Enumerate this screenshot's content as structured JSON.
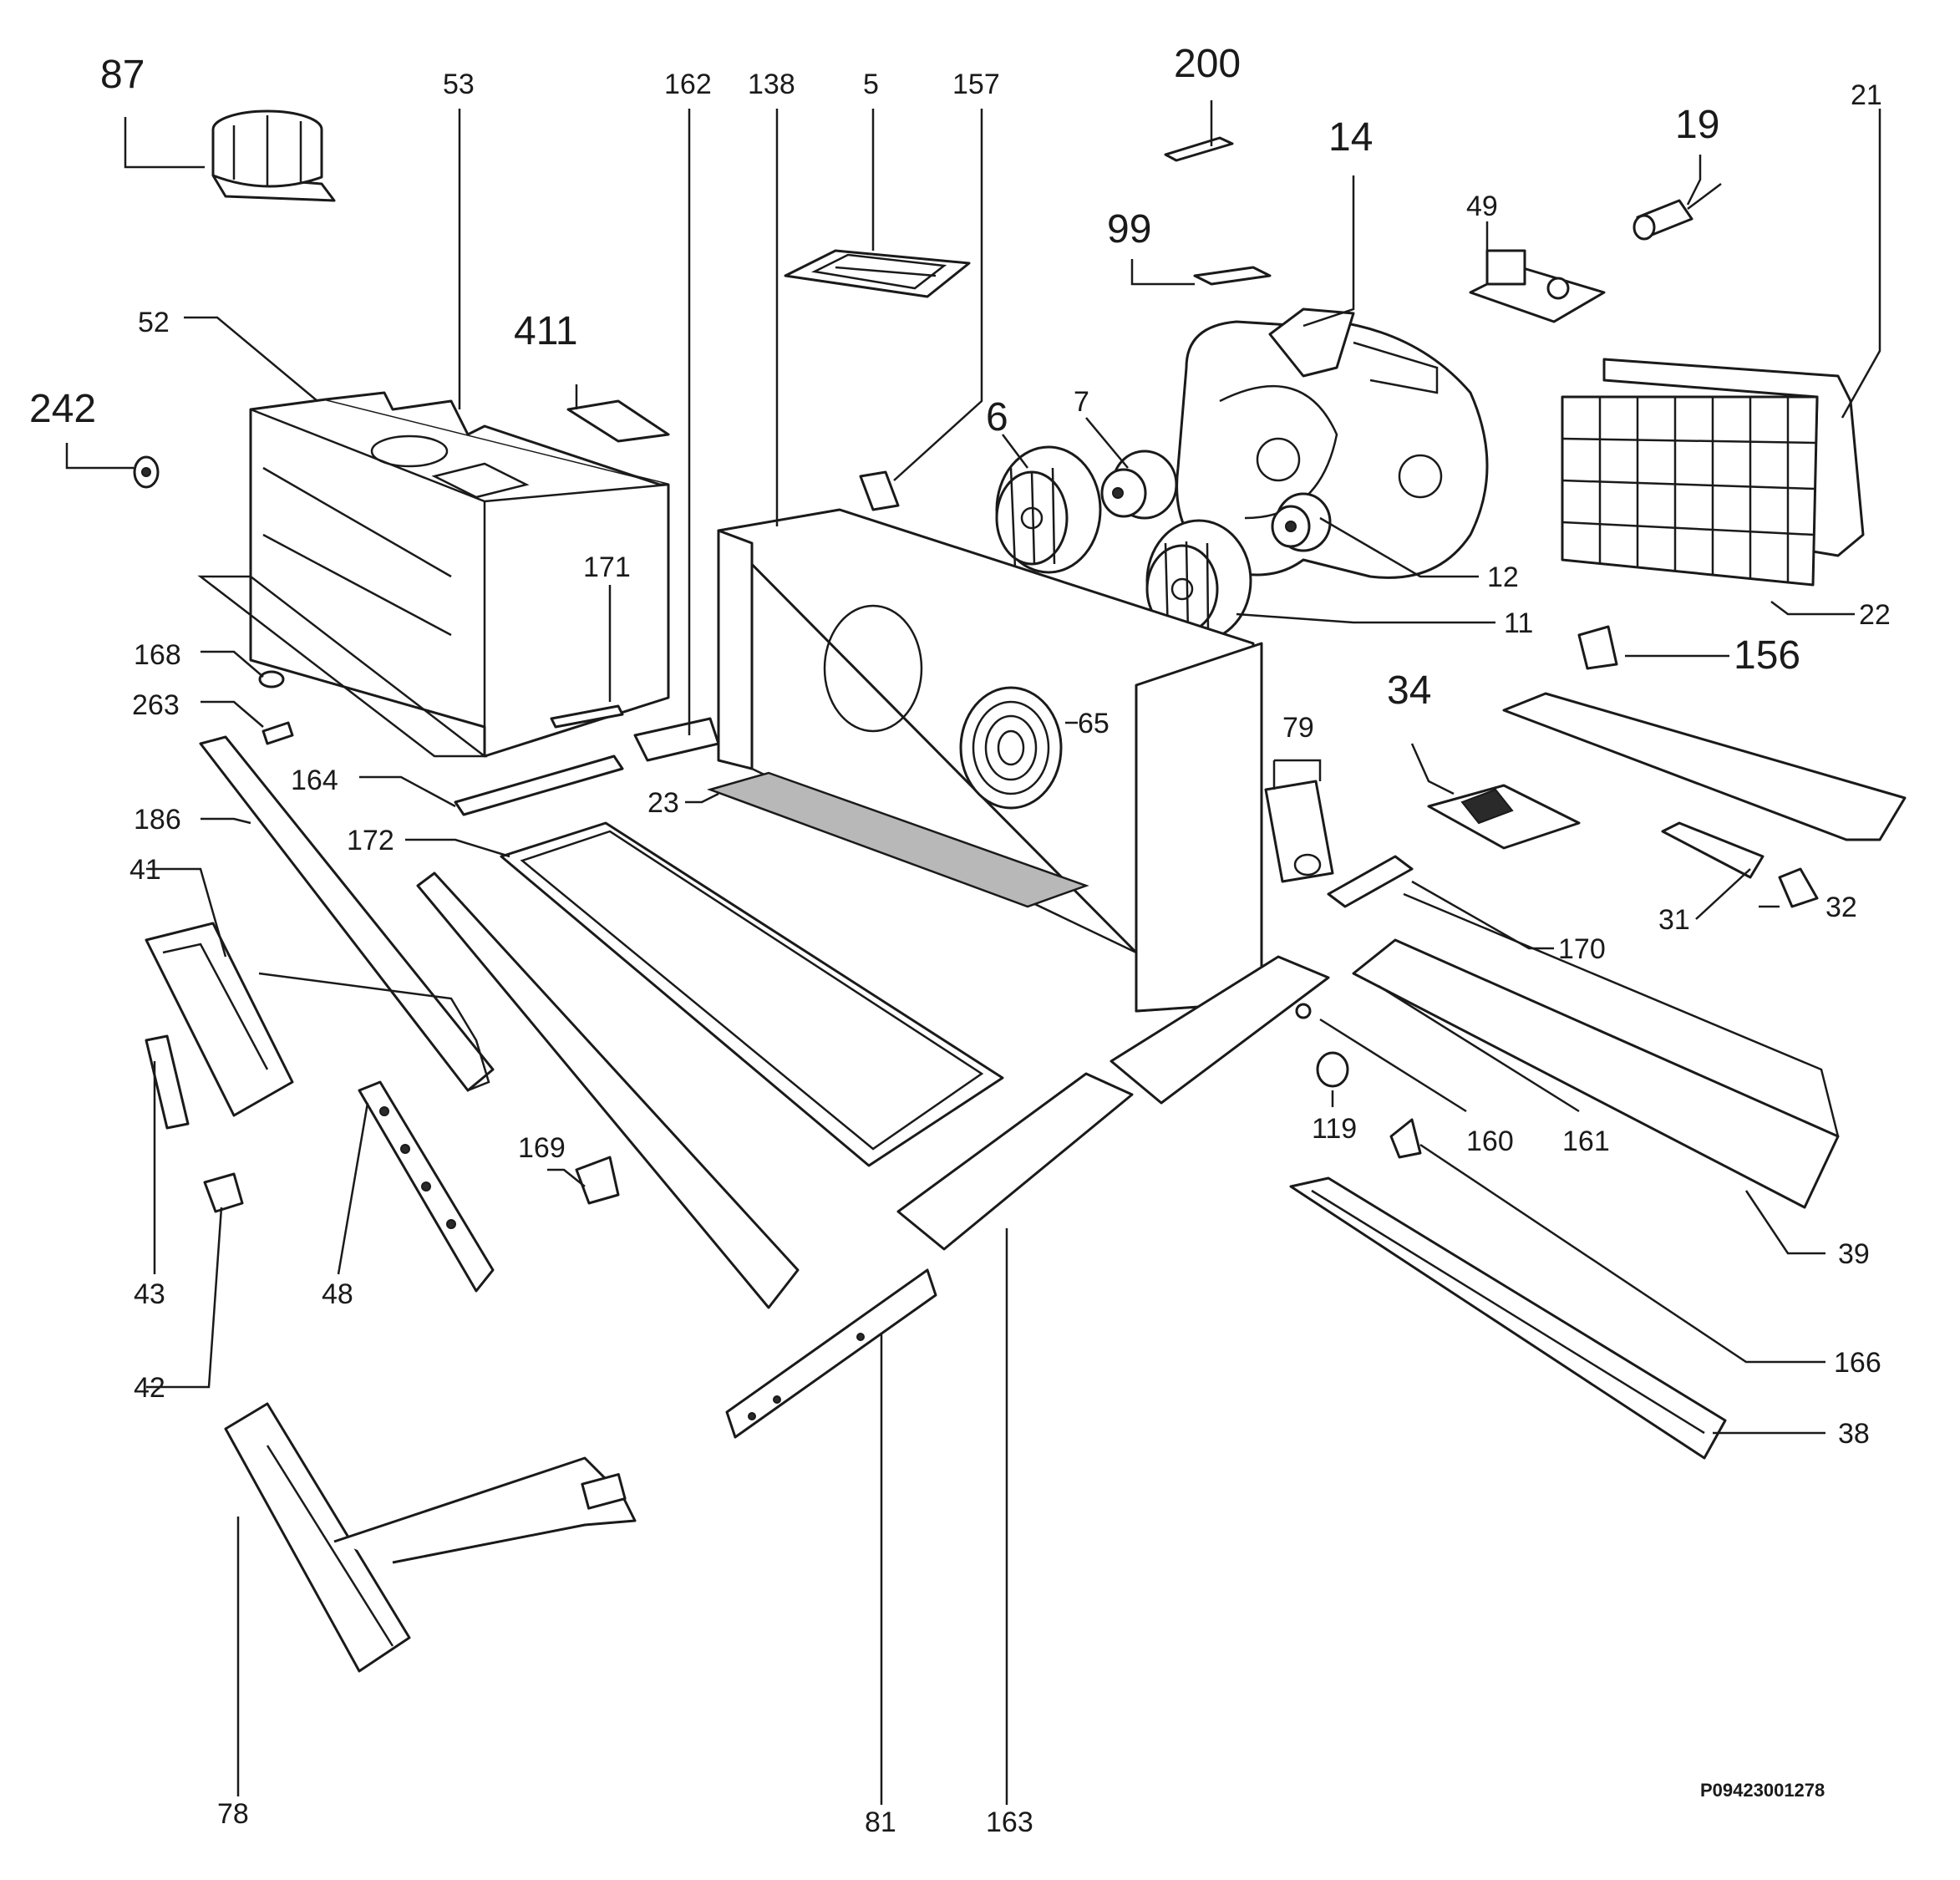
{
  "labels": {
    "l87": "87",
    "l53": "53",
    "l162": "162",
    "l138": "138",
    "l5": "5",
    "l157": "157",
    "l200": "200",
    "l14": "14",
    "l19": "19",
    "l21": "21",
    "l49": "49",
    "l99": "99",
    "l52": "52",
    "l411": "411",
    "l242": "242",
    "l6": "6",
    "l7": "7",
    "l12": "12",
    "l11": "11",
    "l22": "22",
    "l171": "171",
    "l168": "168",
    "l263": "263",
    "l156": "156",
    "l34": "34",
    "l164": "164",
    "l65": "65",
    "l23": "23",
    "l79": "79",
    "l186": "186",
    "l172": "172",
    "l41": "41",
    "l31": "31",
    "l32": "32",
    "l170": "170",
    "l119": "119",
    "l160": "160",
    "l161": "161",
    "l169": "169",
    "l43": "43",
    "l48": "48",
    "l39": "39",
    "l166": "166",
    "l42": "42",
    "l38": "38",
    "l78": "78",
    "l81": "81",
    "l163": "163"
  },
  "drawing_ref": "P09423001278"
}
